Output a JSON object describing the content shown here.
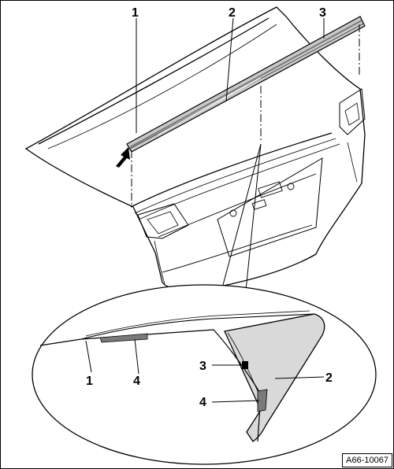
{
  "figure": {
    "reference_code": "A66-10067",
    "callouts_main": {
      "c1": "1",
      "c2": "2",
      "c3": "3"
    },
    "callouts_detail": {
      "c1": "1",
      "c4a": "4",
      "c3": "3",
      "c2": "2",
      "c4b": "4"
    },
    "colors": {
      "line": "#000000",
      "seal_fill": "#c8c8c8",
      "seal_dark": "#7a7a7a",
      "detail_fill": "#d9d9d9"
    }
  }
}
